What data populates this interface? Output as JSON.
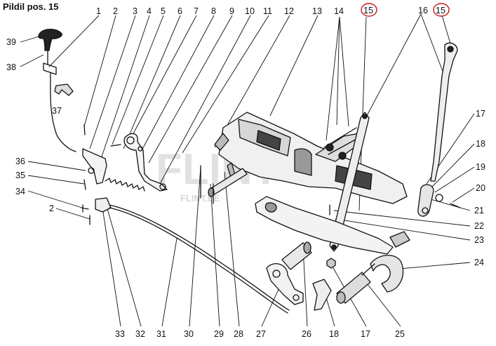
{
  "title": "Pildil pos. 15",
  "watermark": {
    "main": "FLINT",
    "sub": "FLINT.EE"
  },
  "highlight_color": "#cc1111",
  "labels": {
    "n1": "1",
    "n2": "2",
    "n3": "3",
    "n4": "4",
    "n5": "5",
    "n6": "6",
    "n7": "7",
    "n8": "8",
    "n9": "9",
    "n10": "10",
    "n11": "11",
    "n12": "12",
    "n13": "13",
    "n14": "14",
    "n15a": "15",
    "n16": "16",
    "n15b": "15",
    "n39": "39",
    "n38": "38",
    "n37": "37",
    "n36": "36",
    "n35": "35",
    "n34": "34",
    "n2b": "2",
    "n17a": "17",
    "n18a": "18",
    "n19": "19",
    "n20": "20",
    "n21": "21",
    "n22": "22",
    "n23": "23",
    "n24": "24",
    "n33": "33",
    "n32": "32",
    "n31": "31",
    "n30": "30",
    "n29": "29",
    "n28": "28",
    "n27": "27",
    "n26": "26",
    "n18b": "18",
    "n17b": "17",
    "n25": "25"
  }
}
